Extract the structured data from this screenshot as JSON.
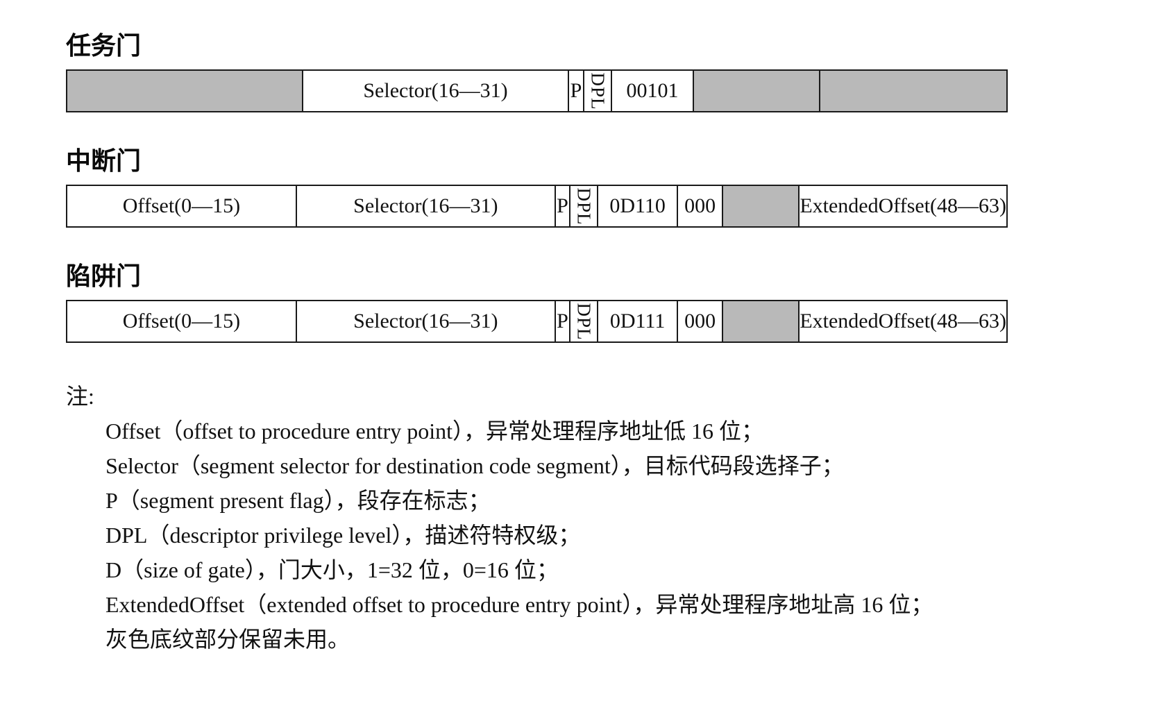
{
  "colors": {
    "reserved_fill": "#b9b9b9",
    "border": "#1a1a1a",
    "background": "#ffffff"
  },
  "task_gate": {
    "heading": "任务门",
    "selector": "Selector(16—31)",
    "p": "P",
    "dpl": "DPL",
    "type_bits": "00101"
  },
  "interrupt_gate": {
    "heading": "中断门",
    "offset": "Offset(0—15)",
    "selector": "Selector(16—31)",
    "p": "P",
    "dpl": "DPL",
    "type_bits": "0D110",
    "zero_bits": "000",
    "extended_offset": "ExtendedOffset(48—63)"
  },
  "trap_gate": {
    "heading": "陷阱门",
    "offset": "Offset(0—15)",
    "selector": "Selector(16—31)",
    "p": "P",
    "dpl": "DPL",
    "type_bits": "0D111",
    "zero_bits": "000",
    "extended_offset": "ExtendedOffset(48—63)"
  },
  "notes": {
    "label": "注:",
    "lines": [
      "Offset（offset to procedure entry point），异常处理程序地址低 16 位；",
      "Selector（segment selector for destination code segment），目标代码段选择子；",
      "P（segment present flag），段存在标志；",
      "DPL（descriptor privilege level），描述符特权级；",
      "D（size of gate），门大小，1=32 位，0=16 位；",
      "ExtendedOffset（extended offset to procedure entry point），异常处理程序地址高 16 位；",
      "灰色底纹部分保留未用。"
    ]
  }
}
